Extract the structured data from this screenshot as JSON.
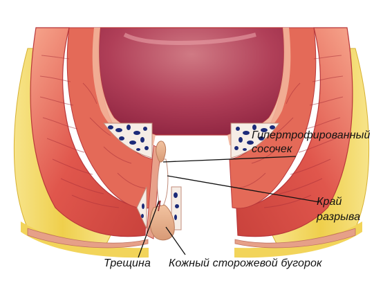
{
  "labels": {
    "hypertrophied_papilla_line1": "Гипертрофированный",
    "hypertrophied_papilla_line2": "сосочек",
    "tear_edge_line1": "Край",
    "tear_edge_line2": "разрыва",
    "fissure": "Трещина",
    "skin_tag": "Кожный сторожевой бугорок"
  },
  "colors": {
    "lumen": "#a8304a",
    "muscle": "#e0584e",
    "muscle_light": "#f4a184",
    "mucosa": "#f2b49a",
    "fat": "#f2d45a",
    "vessels": "#1c2a78",
    "skin": "#e6b08e",
    "leader_line": "#111111"
  }
}
